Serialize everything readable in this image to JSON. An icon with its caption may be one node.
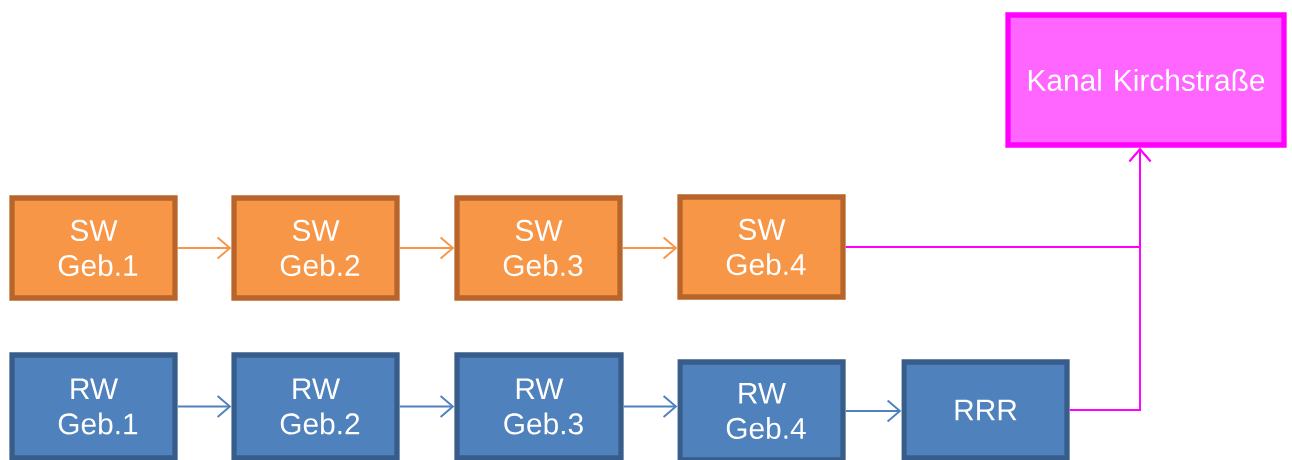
{
  "diagram": {
    "nodes": [
      {
        "text": [
          "Kanal Kirchstraße"
        ]
      },
      {
        "text": [
          "SW Geb.1"
        ]
      },
      {
        "text": [
          "SW Geb.2"
        ]
      },
      {
        "text": [
          "SW Geb.3"
        ]
      },
      {
        "text": [
          "SW Geb.4"
        ]
      },
      {
        "text": [
          "RW Geb.1"
        ]
      },
      {
        "text": [
          "RW Geb.2"
        ]
      },
      {
        "text": [
          "RW Geb.3"
        ]
      },
      {
        "text": [
          "RW Geb.4"
        ]
      },
      {
        "text": [
          "RRR"
        ]
      }
    ],
    "edges": [
      {
        "from": 1,
        "to": 2,
        "arrow": "to",
        "color": "#f79646"
      },
      {
        "from": 2,
        "to": 3,
        "arrow": "to",
        "color": "#f79646"
      },
      {
        "from": 3,
        "to": 4,
        "arrow": "to",
        "color": "#f79646"
      },
      {
        "from": 5,
        "to": 6,
        "arrow": "to",
        "color": "#4f81bd"
      },
      {
        "from": 6,
        "to": 7,
        "arrow": "to",
        "color": "#4f81bd"
      },
      {
        "from": 7,
        "to": 8,
        "arrow": "to",
        "color": "#4f81bd"
      },
      {
        "from": 8,
        "to": 9,
        "arrow": "to",
        "color": "#4f81bd"
      },
      {
        "from": 4,
        "to": 0,
        "arrow": "to",
        "color": "#ff00ff"
      },
      {
        "from": 9,
        "to": 0,
        "arrow": "to",
        "color": "#ff00ff"
      }
    ]
  }
}
